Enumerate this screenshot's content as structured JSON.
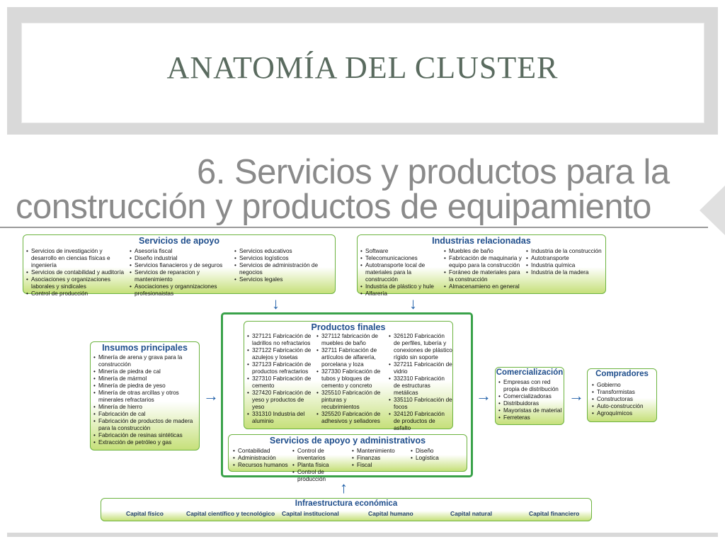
{
  "slide": {
    "title": "ANATOMÍA DEL CLUSTER",
    "subtitle_line1": "6. Servicios y productos para la",
    "subtitle_line2": "construcción y productos de equipamiento"
  },
  "boxes": {
    "servicios_apoyo": {
      "title": "Servicios de apoyo",
      "col1": [
        "Servicios de investigación y desarrollo en ciencias físicas e ingeniería",
        "Servicios de contabilidad y auditoría",
        "Asociaciones y organizaciones laborales y sindicales",
        "Control de producción"
      ],
      "col2": [
        "Asesoría fiscal",
        "Diseño industrial",
        "Servicios fianacieros y de seguros",
        "Servicios de reparacion y mantenimiento",
        "Asociaciones y organnizaciones profesionaistas"
      ],
      "col3": [
        "Servicios educativos",
        "Servicios logísticos",
        "Servicios de administración de negocios",
        "Servicios legales"
      ]
    },
    "industrias": {
      "title": "Industrias relacionadas",
      "col1": [
        "Software",
        "Telecomunicaciones",
        "Autotransporte local de materiales para la construcción",
        "Industria de plástico y hule",
        "Alfarería"
      ],
      "col2": [
        "Muebles de baño",
        "Fabricación de maquinaria y equipo para la construcción",
        "Foráneo de materiales para la construcción",
        "Almacenamieno en general"
      ],
      "col3": [
        "Industria de la construcción",
        "Autotransporte",
        "Industria química",
        "Industria de la madera"
      ]
    },
    "productos": {
      "title": "Productos finales",
      "col1": [
        "327121 Fabricación de ladrillos no refractarios",
        "327122 Fabricación de azulejos y losetas",
        "327123 Fabricación de productos refractarios",
        "327310 Fabricación de cemento",
        "327420 Fabricación de yeso y productos de yeso",
        "331310 Industria del aluminio"
      ],
      "col2": [
        "327112 fabricación de muebles de baño",
        "32711 Fabricación de artículos de alfarería, porcelana y loza",
        "327330 Fabricación de tubos y bloques de cemento y concreto",
        "325510 Fabricación de pinturas y recubrimientos",
        "325520 Fabricación de adhesivos y selladores"
      ],
      "col3": [
        "326120 Fabricación de perfiles, tubería y conexiones de plástico rígido sin soporte",
        "327211 Fabricación de vidrio",
        "332310 Fabricación de estructuras metálicas",
        "335110 Fabricación de focos",
        "324120 Fabricación de productos de asfalto"
      ]
    },
    "insumos": {
      "title": "Insumos principales",
      "items": [
        "Minería de arena y grava para la construcción",
        "Minería de piedra de cal",
        "Minería de mármol",
        "Minería de piedra de yeso",
        "Minería de otras arcillas y otros minerales refractarios",
        "Minería de hierro",
        "Fabricación de cal",
        "Fabricación de productos de madera para la construcción",
        "Fabricación de resinas sintéticas",
        "Extracción de petróleo y gas"
      ]
    },
    "admin": {
      "title": "Servicios de apoyo y administrativos",
      "col1": [
        "Contabilidad",
        "Administración",
        "Recursos humanos"
      ],
      "col2": [
        "Control de inventarios",
        "Planta física",
        "Control de producción"
      ],
      "col3": [
        "Mantenimiento",
        "Finanzas",
        "Fiscal"
      ],
      "col4": [
        "Diseño",
        "Logística"
      ]
    },
    "comercializacion": {
      "title": "Comercialización",
      "items": [
        "Empresas con red propia de distribución",
        "Comercializadoras",
        "Distribuidoras",
        "Mayoristas de material",
        "Ferreteras"
      ]
    },
    "compradores": {
      "title": "Compradores",
      "items": [
        "Gobierno",
        "Transformistas",
        "Constructoras",
        "Auto-construcción",
        "Agroquímicos"
      ]
    },
    "infraestructura": {
      "title": "Infraestructura económica",
      "capitals": [
        "Capital físico",
        "Capital científico y tecnológico",
        "Capital institucional",
        "Capital humano",
        "Capital natural",
        "Capital financiero"
      ]
    }
  },
  "colors": {
    "box_border": "#6cb33f",
    "title_blue": "#1f4e8c",
    "arrow_blue": "#1f5fa8",
    "outer_green": "#3aa24a"
  },
  "icons": {
    "arrow": "arrow-icon"
  }
}
